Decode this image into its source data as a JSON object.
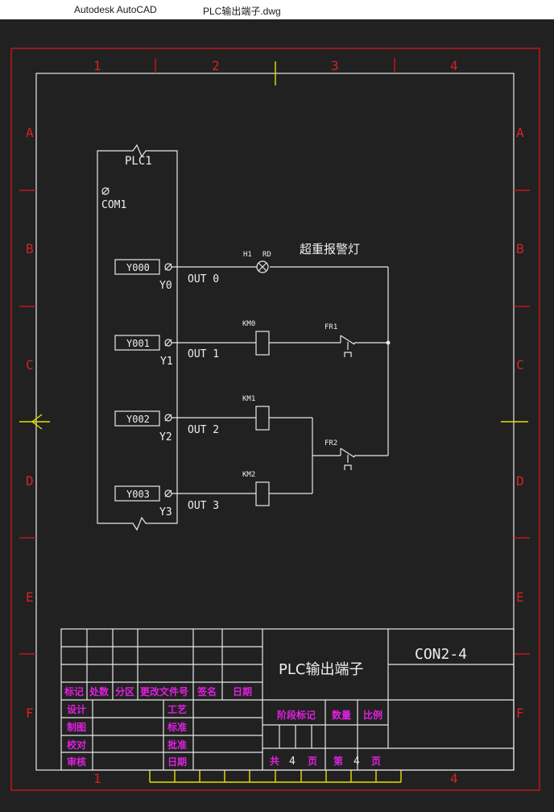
{
  "window": {
    "app_name": "Autodesk AutoCAD",
    "file_name": "PLC输出端子.dwg"
  },
  "colors": {
    "background": "#212121",
    "frame_outer": "#e01616",
    "lines": "#e8e8e8",
    "marker": "#e4e000",
    "title_block_labels": "#e020e0"
  },
  "frame": {
    "columns": [
      "1",
      "2",
      "3",
      "4"
    ],
    "rows": [
      "A",
      "B",
      "C",
      "D",
      "E",
      "F"
    ],
    "bottom_cols": [
      "1",
      "4"
    ]
  },
  "schematic": {
    "plc_label": "PLC1",
    "com_label": "COM1",
    "lamp_title": "超重报警灯",
    "lamp_tag": "H1",
    "lamp_color": "RD",
    "outputs": [
      {
        "box": "Y000",
        "term": "Y0",
        "out": "OUT 0"
      },
      {
        "box": "Y001",
        "term": "Y1",
        "out": "OUT 1"
      },
      {
        "box": "Y002",
        "term": "Y2",
        "out": "OUT 2"
      },
      {
        "box": "Y003",
        "term": "Y3",
        "out": "OUT 3"
      }
    ],
    "coils": [
      "KM0",
      "KM1",
      "KM2"
    ],
    "contacts": [
      "FR1",
      "FR2"
    ]
  },
  "title_block": {
    "revision_headers": [
      "标记",
      "处数",
      "分区",
      "更改文件号",
      "签名",
      "日期"
    ],
    "row_labels": [
      "设计",
      "制图",
      "校对",
      "审核"
    ],
    "mid_labels": [
      "工艺",
      "标准",
      "批准",
      "日期"
    ],
    "drawing_title": "PLC输出端子",
    "drawing_code": "CON2-4",
    "stage_label": "阶段标记",
    "qty_label": "数量",
    "scale_label": "比例",
    "total_prefix": "共",
    "total_pages": "4",
    "page_suffix": "页",
    "sheet_prefix": "第",
    "sheet_no": "4",
    "sheet_suffix": "页"
  }
}
